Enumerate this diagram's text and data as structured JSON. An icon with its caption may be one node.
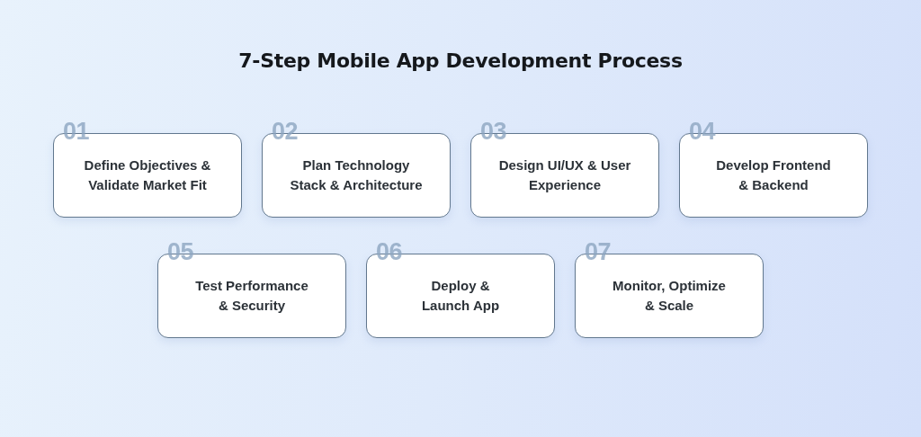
{
  "diagram": {
    "title": "7-Step Mobile App Development Process",
    "nodes": [
      {
        "text": [
          "01",
          "Define Objectives & Validate Market Fit"
        ]
      },
      {
        "text": [
          "02",
          "Plan Technology Stack & Architecture"
        ]
      },
      {
        "text": [
          "03",
          "Design UI/UX & User Experience"
        ]
      },
      {
        "text": [
          "04",
          "Develop Frontend & Backend"
        ]
      },
      {
        "text": [
          "05",
          "Test Performance & Security"
        ]
      },
      {
        "text": [
          "06",
          "Deploy & Launch App"
        ]
      },
      {
        "text": [
          "07",
          "Monitor, Optimize & Scale"
        ]
      }
    ]
  }
}
